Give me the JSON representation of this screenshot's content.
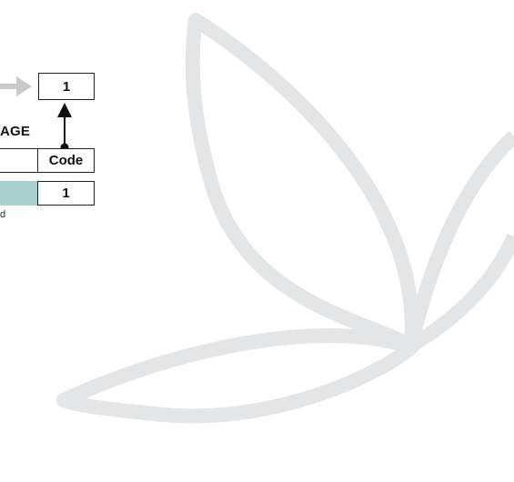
{
  "diagram": {
    "top_box_value": "1",
    "header_label_fragment": "AGE",
    "code_cell_label": "Code",
    "bottom_box_value": "1",
    "footnote_fragment": "d"
  },
  "colors": {
    "watermark": "#e4e5e6",
    "teal_cell": "#a6cfcd",
    "grey_arrow": "#c9c9c9",
    "border": "#222222"
  }
}
